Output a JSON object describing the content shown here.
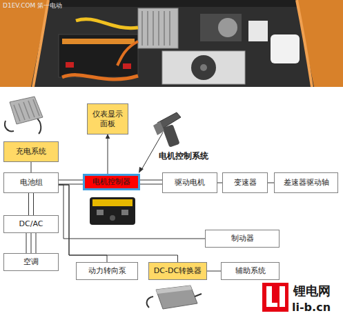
{
  "diagram": {
    "nodes": [
      {
        "text": [
          "仪表显示 面板"
        ]
      },
      {
        "text": [
          "充电系统"
        ]
      },
      {
        "text": [
          "电池组"
        ]
      },
      {
        "text": [
          "电机控制器"
        ]
      },
      {
        "text": [
          "驱动电机"
        ]
      },
      {
        "text": [
          "变速器"
        ]
      },
      {
        "text": [
          "差速器驱动轴"
        ]
      },
      {
        "text": [
          "DC/AC"
        ]
      },
      {
        "text": [
          "制动器"
        ]
      },
      {
        "text": [
          "空调"
        ]
      },
      {
        "text": [
          "动力转向泵"
        ]
      },
      {
        "text": [
          "DC-DC转换器"
        ]
      },
      {
        "text": [
          "辅助系统"
        ]
      }
    ],
    "edges": [
      {
        "from": 1,
        "to": 2,
        "arrow": "none"
      },
      {
        "from": 2,
        "to": 3,
        "arrow": "none"
      },
      {
        "from": 3,
        "to": 0,
        "arrow": "to"
      },
      {
        "from": 3,
        "to": 4,
        "arrow": "none"
      },
      {
        "from": 4,
        "to": 5,
        "arrow": "none"
      },
      {
        "from": 5,
        "to": 6,
        "arrow": "none"
      },
      {
        "from": 2,
        "to": 7,
        "arrow": "none"
      },
      {
        "from": 7,
        "to": 9,
        "arrow": "none"
      },
      {
        "from": 2,
        "to": 8,
        "arrow": "none"
      },
      {
        "from": 2,
        "to": 10,
        "arrow": "none"
      },
      {
        "from": 2,
        "to": 11,
        "arrow": "none"
      },
      {
        "from": 11,
        "to": 12,
        "arrow": "none"
      }
    ],
    "labels": [
      "电机控制系统",
      "D1EV.COM 第一电动",
      "锂电网",
      "li-b.cn"
    ]
  }
}
